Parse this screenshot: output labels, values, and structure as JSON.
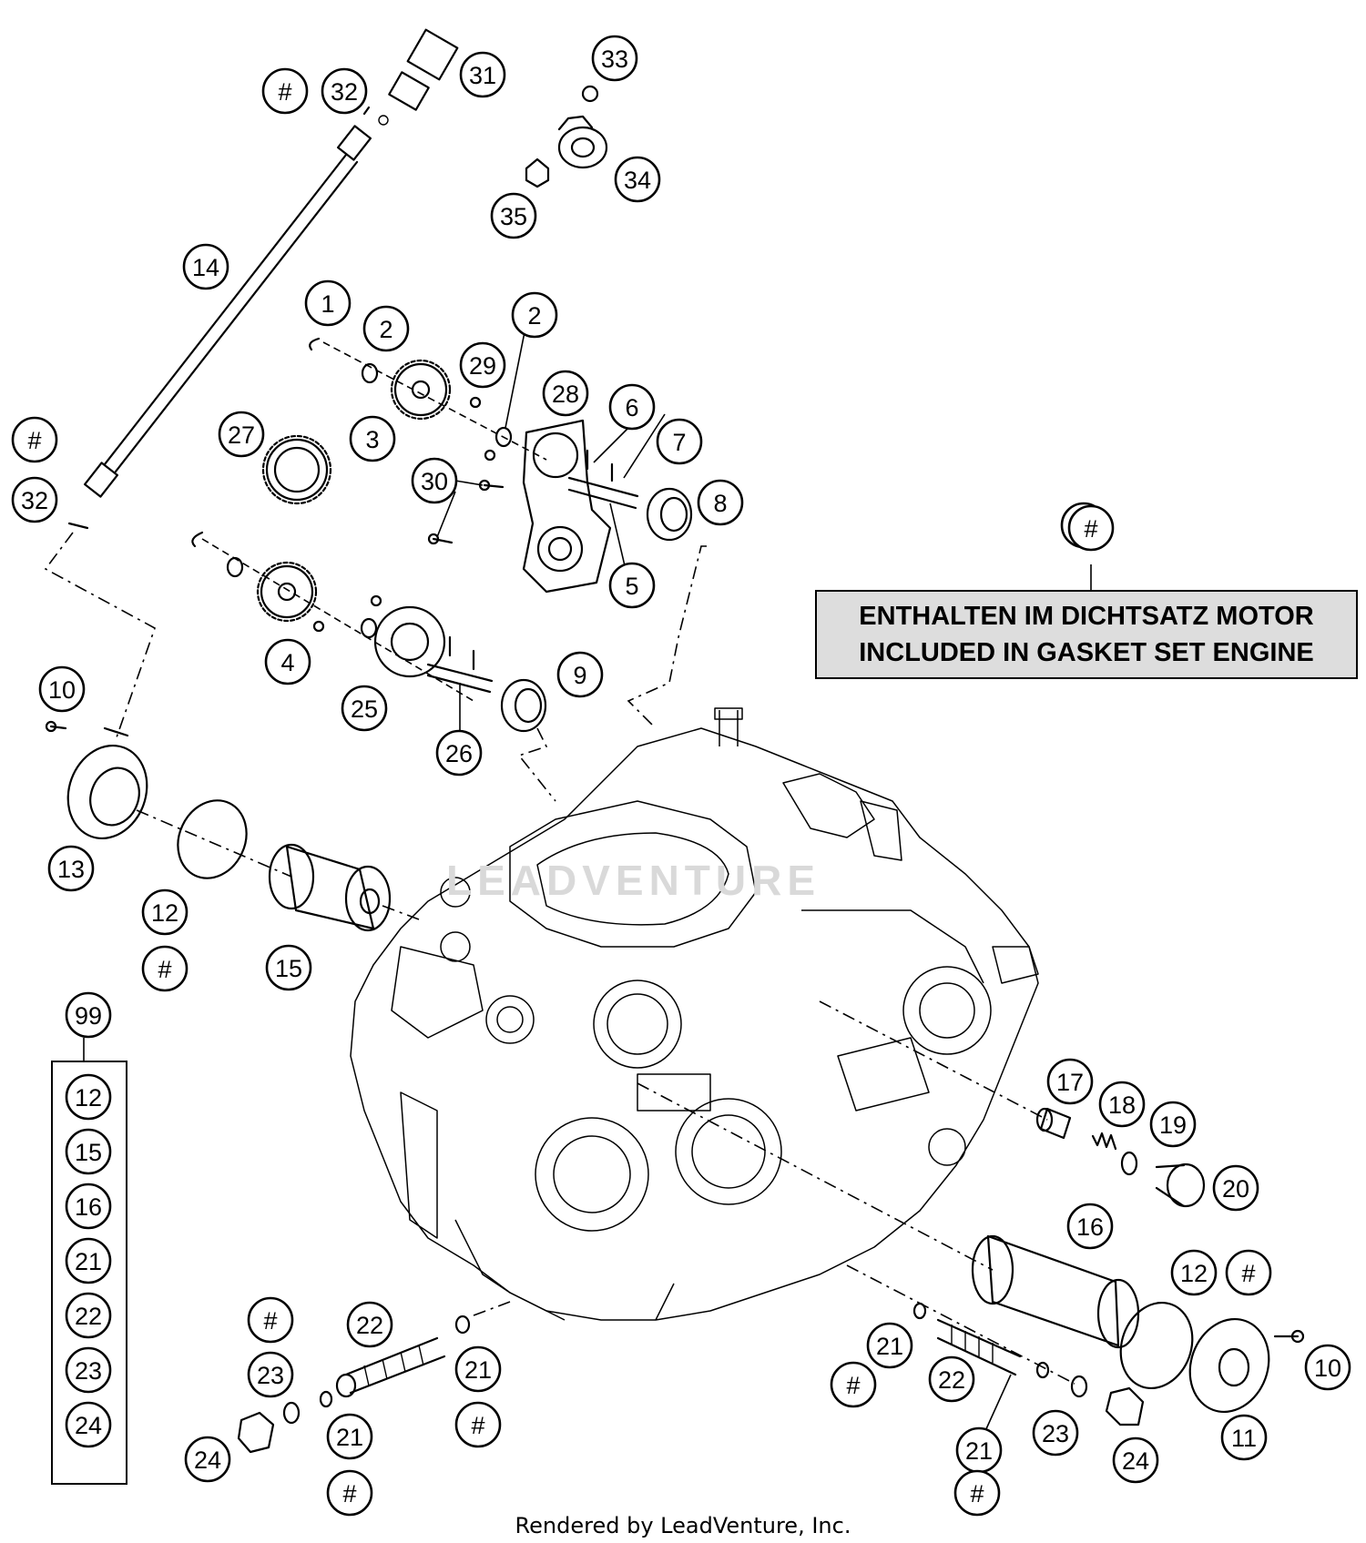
{
  "watermark": "LEADVENTURE",
  "note": {
    "marker": "#",
    "line1": "ENTHALTEN IM DICHTSATZ MOTOR",
    "line2": "INCLUDED IN GASKET SET ENGINE"
  },
  "footer": "Rendered by LeadVenture, Inc.",
  "kit": {
    "label": "99",
    "items": [
      "12",
      "15",
      "16",
      "21",
      "22",
      "23",
      "24"
    ]
  },
  "callouts": [
    "#",
    "32",
    "31",
    "33",
    "34",
    "35",
    "14",
    "1",
    "2",
    "2",
    "29",
    "28",
    "6",
    "7",
    "3",
    "27",
    "#",
    "32",
    "30",
    "8",
    "5",
    "4",
    "25",
    "9",
    "26",
    "10",
    "13",
    "12",
    "#",
    "15",
    "#",
    "17",
    "18",
    "19",
    "20",
    "16",
    "12",
    "#",
    "10",
    "11",
    "21",
    "#",
    "22",
    "21",
    "23",
    "#",
    "24",
    "#",
    "23",
    "22",
    "21",
    "#",
    "21",
    "24",
    "#"
  ]
}
